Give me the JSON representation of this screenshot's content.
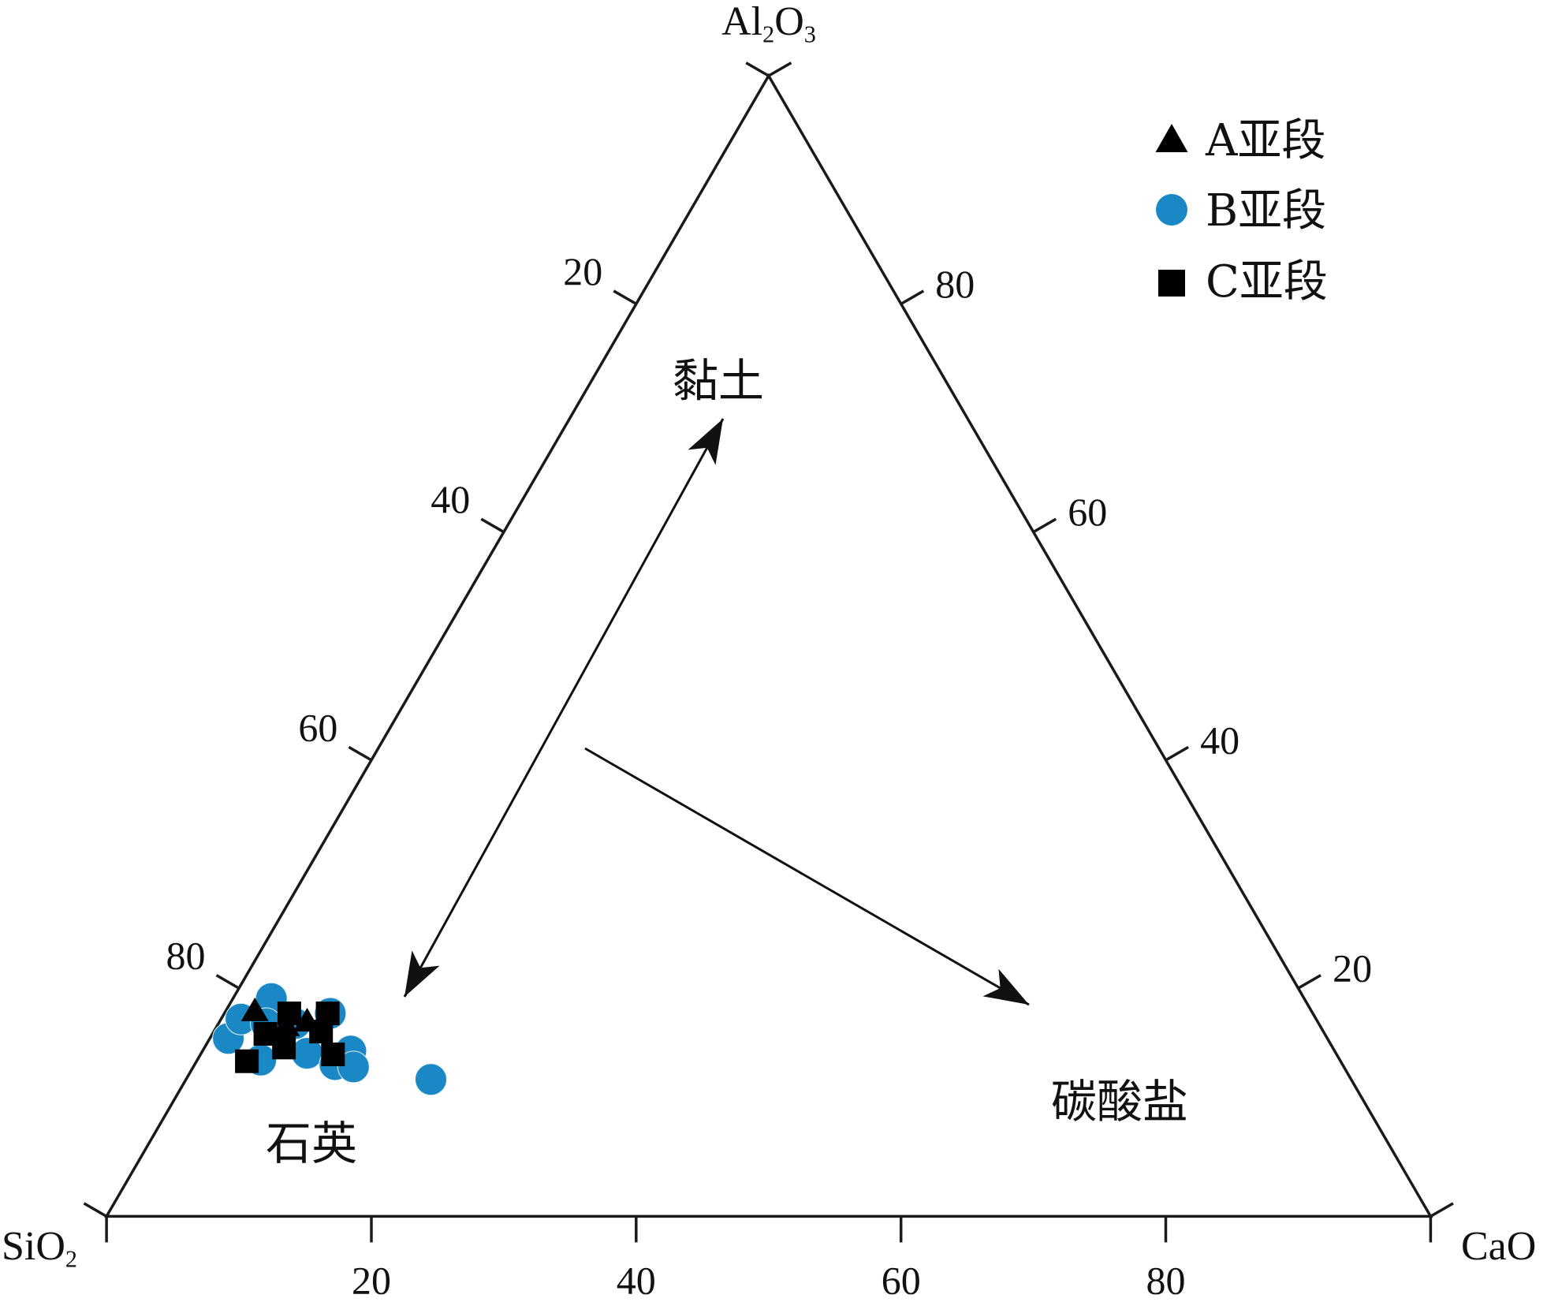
{
  "chart_data": {
    "type": "scatter",
    "subtype": "ternary",
    "axes": {
      "bottom_left": "SiO2",
      "top": "Al2O3",
      "bottom_right": "CaO"
    },
    "ticks": [
      20,
      40,
      60,
      80
    ],
    "grid": false,
    "legend": "top-right",
    "region_labels": [
      "黏土",
      "石英",
      "碳酸盐"
    ],
    "series": [
      {
        "name": "A亚段",
        "marker": "triangle",
        "color": "#000000",
        "points": [
          {
            "SiO2": 79.9,
            "Al2O3": 17.8,
            "CaO": 2.3
          },
          {
            "SiO2": 78.2,
            "Al2O3": 16.5,
            "CaO": 5.3
          },
          {
            "SiO2": 76.4,
            "Al2O3": 16.9,
            "CaO": 6.7
          }
        ]
      },
      {
        "name": "B亚段",
        "marker": "circle",
        "color": "#1b88c6",
        "points": [
          {
            "SiO2": 83.0,
            "Al2O3": 15.6,
            "CaO": 1.4
          },
          {
            "SiO2": 81.2,
            "Al2O3": 17.3,
            "CaO": 1.5
          },
          {
            "SiO2": 78.0,
            "Al2O3": 19.1,
            "CaO": 2.9
          },
          {
            "SiO2": 79.5,
            "Al2O3": 16.9,
            "CaO": 3.6
          },
          {
            "SiO2": 81.5,
            "Al2O3": 13.7,
            "CaO": 4.8
          },
          {
            "SiO2": 77.3,
            "Al2O3": 16.9,
            "CaO": 5.8
          },
          {
            "SiO2": 77.7,
            "Al2O3": 14.3,
            "CaO": 8.0
          },
          {
            "SiO2": 74.2,
            "Al2O3": 17.8,
            "CaO": 8.0
          },
          {
            "SiO2": 76.1,
            "Al2O3": 13.3,
            "CaO": 10.6
          },
          {
            "SiO2": 74.3,
            "Al2O3": 14.5,
            "CaO": 11.2
          },
          {
            "SiO2": 74.8,
            "Al2O3": 13.1,
            "CaO": 12.1
          },
          {
            "SiO2": 69.5,
            "Al2O3": 12.0,
            "CaO": 18.5
          }
        ]
      },
      {
        "name": "C亚段",
        "marker": "square",
        "color": "#000000",
        "points": [
          {
            "SiO2": 82.6,
            "Al2O3": 13.6,
            "CaO": 3.8
          },
          {
            "SiO2": 80.0,
            "Al2O3": 16.0,
            "CaO": 4.0
          },
          {
            "SiO2": 77.3,
            "Al2O3": 17.8,
            "CaO": 4.9
          },
          {
            "SiO2": 79.2,
            "Al2O3": 14.8,
            "CaO": 6.0
          },
          {
            "SiO2": 74.4,
            "Al2O3": 17.8,
            "CaO": 7.8
          },
          {
            "SiO2": 75.7,
            "Al2O3": 16.2,
            "CaO": 8.1
          },
          {
            "SiO2": 75.8,
            "Al2O3": 14.2,
            "CaO": 10.0
          }
        ]
      }
    ]
  }
}
